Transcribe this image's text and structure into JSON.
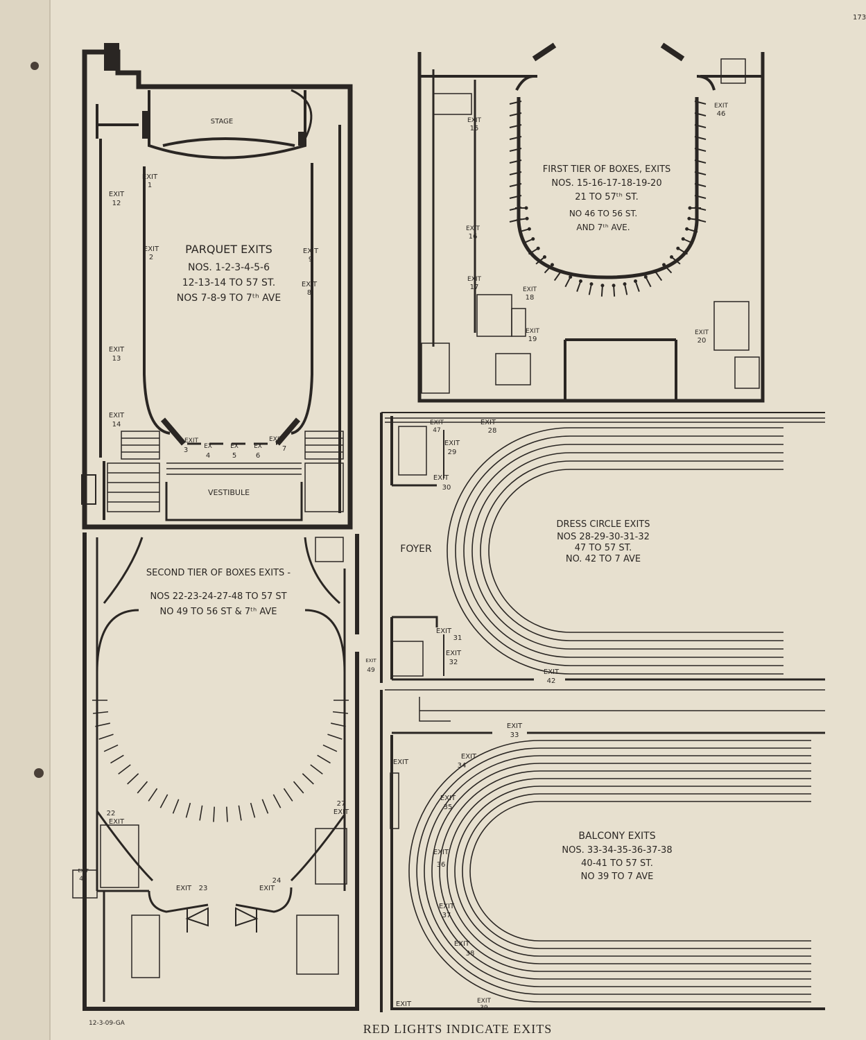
{
  "corner_mark": "173",
  "footer": {
    "caption": "RED LIGHTS INDICATE EXITS",
    "stamp": "12-3-09-GA"
  },
  "parquet": {
    "stage": "STAGE",
    "vestibule": "VESTIBULE",
    "title": "PARQUET EXITS",
    "lines": [
      "NOS. 1-2-3-4-5-6",
      "12-13-14 TO 57 ST.",
      "NOS 7-8-9 TO 7ᵗʰ AVE"
    ],
    "exits": [
      {
        "w": "EXIT",
        "n": "1"
      },
      {
        "w": "EXIT",
        "n": "2"
      },
      {
        "w": "EXIT",
        "n": "12"
      },
      {
        "w": "EXIT",
        "n": "13"
      },
      {
        "w": "EXIT",
        "n": "14"
      },
      {
        "w": "EXIT",
        "n": "9"
      },
      {
        "w": "EXIT",
        "n": "8"
      },
      {
        "w": "EXIT",
        "n": "3"
      },
      {
        "w": "EX",
        "n": "4"
      },
      {
        "w": "EX",
        "n": "5"
      },
      {
        "w": "EX",
        "n": "6"
      },
      {
        "w": "EXIT",
        "n": "7"
      }
    ]
  },
  "first_tier": {
    "lines": [
      "FIRST TIER OF BOXES, EXITS",
      "NOS. 15-16-17-18-19-20",
      "21 TO 57ᵗʰ ST.",
      "NO 46 TO 56 ST.",
      "AND 7ᵗʰ AVE."
    ],
    "exits": [
      {
        "w": "EXIT",
        "n": "15"
      },
      {
        "w": "EXIT",
        "n": "16"
      },
      {
        "w": "EXIT",
        "n": "17"
      },
      {
        "w": "EXIT",
        "n": "18"
      },
      {
        "w": "EXIT",
        "n": "19"
      },
      {
        "w": "EXIT",
        "n": "20"
      },
      {
        "w": "EXIT",
        "n": "46"
      }
    ]
  },
  "second_tier": {
    "lines": [
      "SECOND TIER OF BOXES EXITS -",
      "NOS 22-23-24-27-48 TO 57 ST",
      "NO 49 TO 56 ST & 7ᵗʰ AVE"
    ],
    "exits": [
      {
        "w": "EXIT",
        "n": "22"
      },
      {
        "w": "EXIT",
        "n": "27"
      },
      {
        "w": "EXIT",
        "n": "23"
      },
      {
        "w": "EXIT",
        "n": "24"
      },
      {
        "w": "EXIT",
        "n": "48"
      },
      {
        "w": "EXIT",
        "n": "49"
      }
    ]
  },
  "dress_circle": {
    "foyer": "FOYER",
    "lines": [
      "DRESS CIRCLE EXITS",
      "NOS 28-29-30-31-32",
      "47 TO 57 ST.",
      "NO. 42 TO 7 AVE"
    ],
    "exits": [
      {
        "w": "EXIT",
        "n": "47"
      },
      {
        "w": "EXIT",
        "n": "28"
      },
      {
        "w": "EXIT",
        "n": "29"
      },
      {
        "w": "EXIT",
        "n": "30"
      },
      {
        "w": "EXIT",
        "n": "31"
      },
      {
        "w": "EXIT",
        "n": "32"
      },
      {
        "w": "EXIT",
        "n": "42"
      }
    ]
  },
  "balcony": {
    "lines": [
      "BALCONY EXITS",
      "NOS. 33-34-35-36-37-38",
      "40-41 TO 57 ST.",
      "NO 39 TO 7 AVE"
    ],
    "exits": [
      {
        "w": "EXIT",
        "n": "33"
      },
      {
        "w": "EXIT",
        "n": "34"
      },
      {
        "w": "EXIT",
        "n": "35"
      },
      {
        "w": "EXIT",
        "n": "36"
      },
      {
        "w": "EXIT",
        "n": "37"
      },
      {
        "w": "EXIT",
        "n": "38"
      },
      {
        "w": "EXIT",
        "n": "39"
      },
      {
        "w": "EXIT",
        "n": ""
      },
      {
        "w": "EXIT",
        "n": ""
      }
    ]
  }
}
